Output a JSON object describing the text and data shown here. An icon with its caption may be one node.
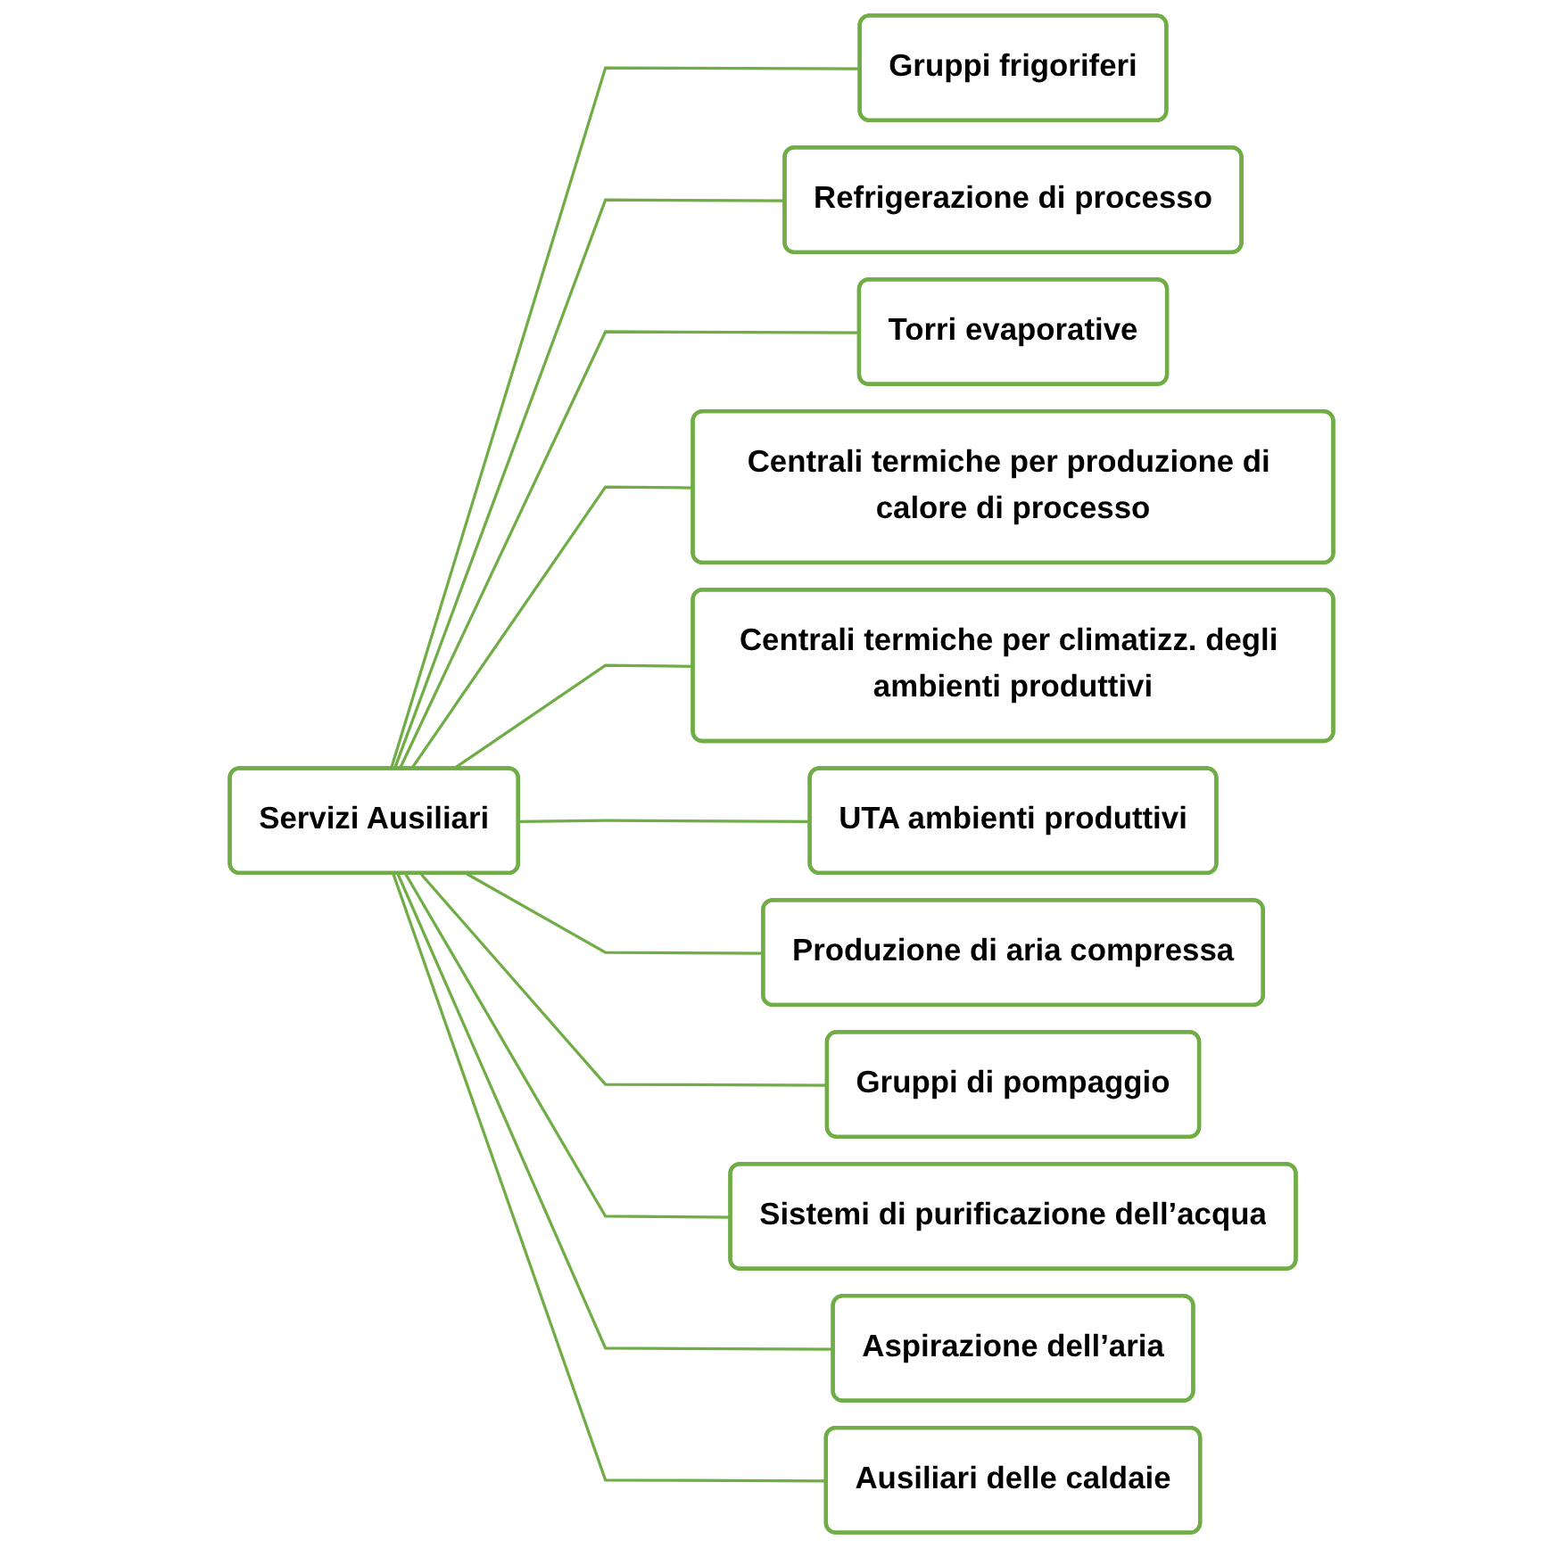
{
  "diagram": {
    "nodes": [
      {
        "text": [
          "Servizi Ausiliari"
        ]
      },
      {
        "text": [
          "Gruppi frigoriferi"
        ]
      },
      {
        "text": [
          "Refrigerazione di processo"
        ]
      },
      {
        "text": [
          "Torri evaporative"
        ]
      },
      {
        "text": [
          "Centrali termiche per produzione di calore di processo"
        ]
      },
      {
        "text": [
          "Centrali termiche per climatizz. degli ambienti produttivi"
        ]
      },
      {
        "text": [
          "UTA ambienti produttivi"
        ]
      },
      {
        "text": [
          "Produzione di aria compressa"
        ]
      },
      {
        "text": [
          "Gruppi di pompaggio"
        ]
      },
      {
        "text": [
          "Sistemi di purificazione dell’acqua"
        ]
      },
      {
        "text": [
          "Aspirazione dell’aria"
        ]
      },
      {
        "text": [
          "Ausiliari delle caldaie"
        ]
      }
    ],
    "edges": [
      {
        "from": 0,
        "to": 1,
        "arrow": "none"
      },
      {
        "from": 0,
        "to": 2,
        "arrow": "none"
      },
      {
        "from": 0,
        "to": 3,
        "arrow": "none"
      },
      {
        "from": 0,
        "to": 4,
        "arrow": "none"
      },
      {
        "from": 0,
        "to": 5,
        "arrow": "none"
      },
      {
        "from": 0,
        "to": 6,
        "arrow": "none"
      },
      {
        "from": 0,
        "to": 7,
        "arrow": "none"
      },
      {
        "from": 0,
        "to": 8,
        "arrow": "none"
      },
      {
        "from": 0,
        "to": 9,
        "arrow": "none"
      },
      {
        "from": 0,
        "to": 10,
        "arrow": "none"
      },
      {
        "from": 0,
        "to": 11,
        "arrow": "none"
      }
    ]
  }
}
